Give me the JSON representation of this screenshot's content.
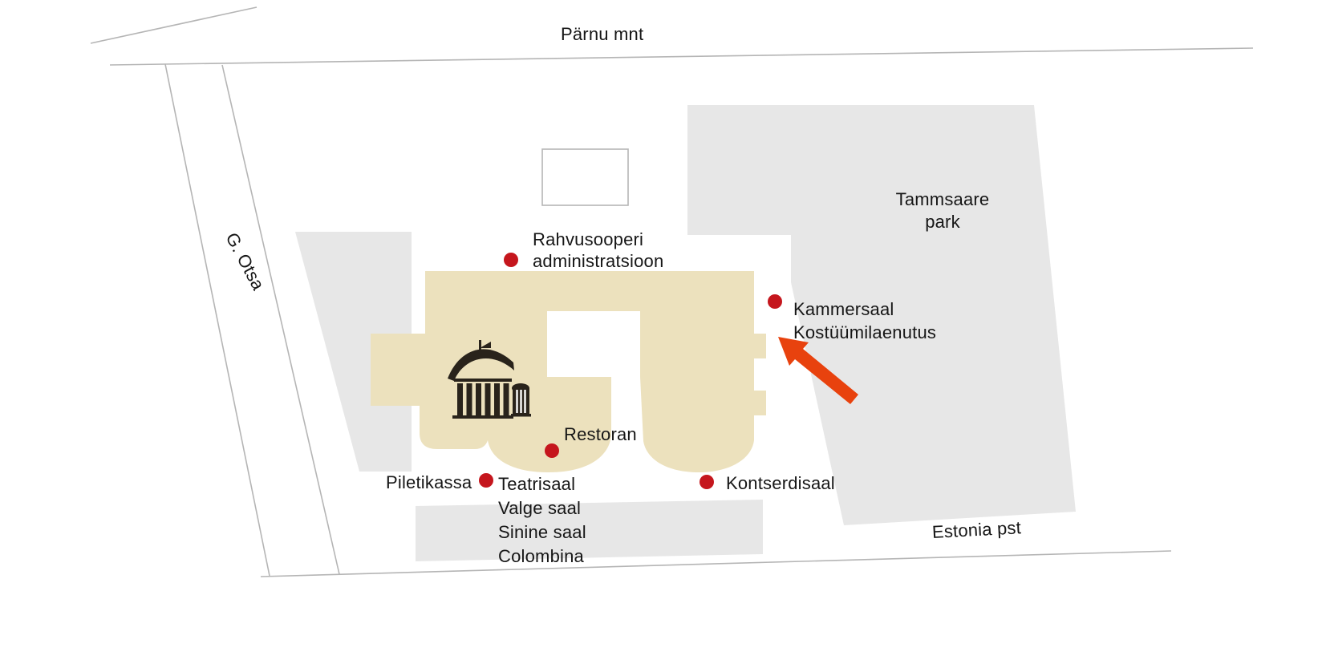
{
  "streets": {
    "top": "Pärnu mnt",
    "left": "G. Otsa",
    "bottom": "Estonia pst"
  },
  "park": {
    "lines": [
      "Tammsaare",
      "park"
    ]
  },
  "entrances": {
    "administration": {
      "lines": [
        "Rahvusooperi",
        "administratsioon"
      ]
    },
    "kammersaal": {
      "lines": [
        "Kammersaal",
        "Kostüümilaenutus"
      ]
    },
    "restoran": {
      "label": "Restoran"
    },
    "piletikassa": {
      "label": "Piletikassa"
    },
    "theatre_halls": {
      "lines": [
        "Teatrisaal",
        "Valge saal",
        "Sinine saal",
        "Colombina"
      ]
    },
    "kontserdisaal": {
      "label": "Kontserdisaal"
    }
  },
  "colors": {
    "building": "#ece1bd",
    "block": "#e7e7e7",
    "marker": "#c5161d",
    "arrow": "#e8420e",
    "outline": "#b5b5b5",
    "text": "#161616",
    "icon": "#29231b"
  }
}
